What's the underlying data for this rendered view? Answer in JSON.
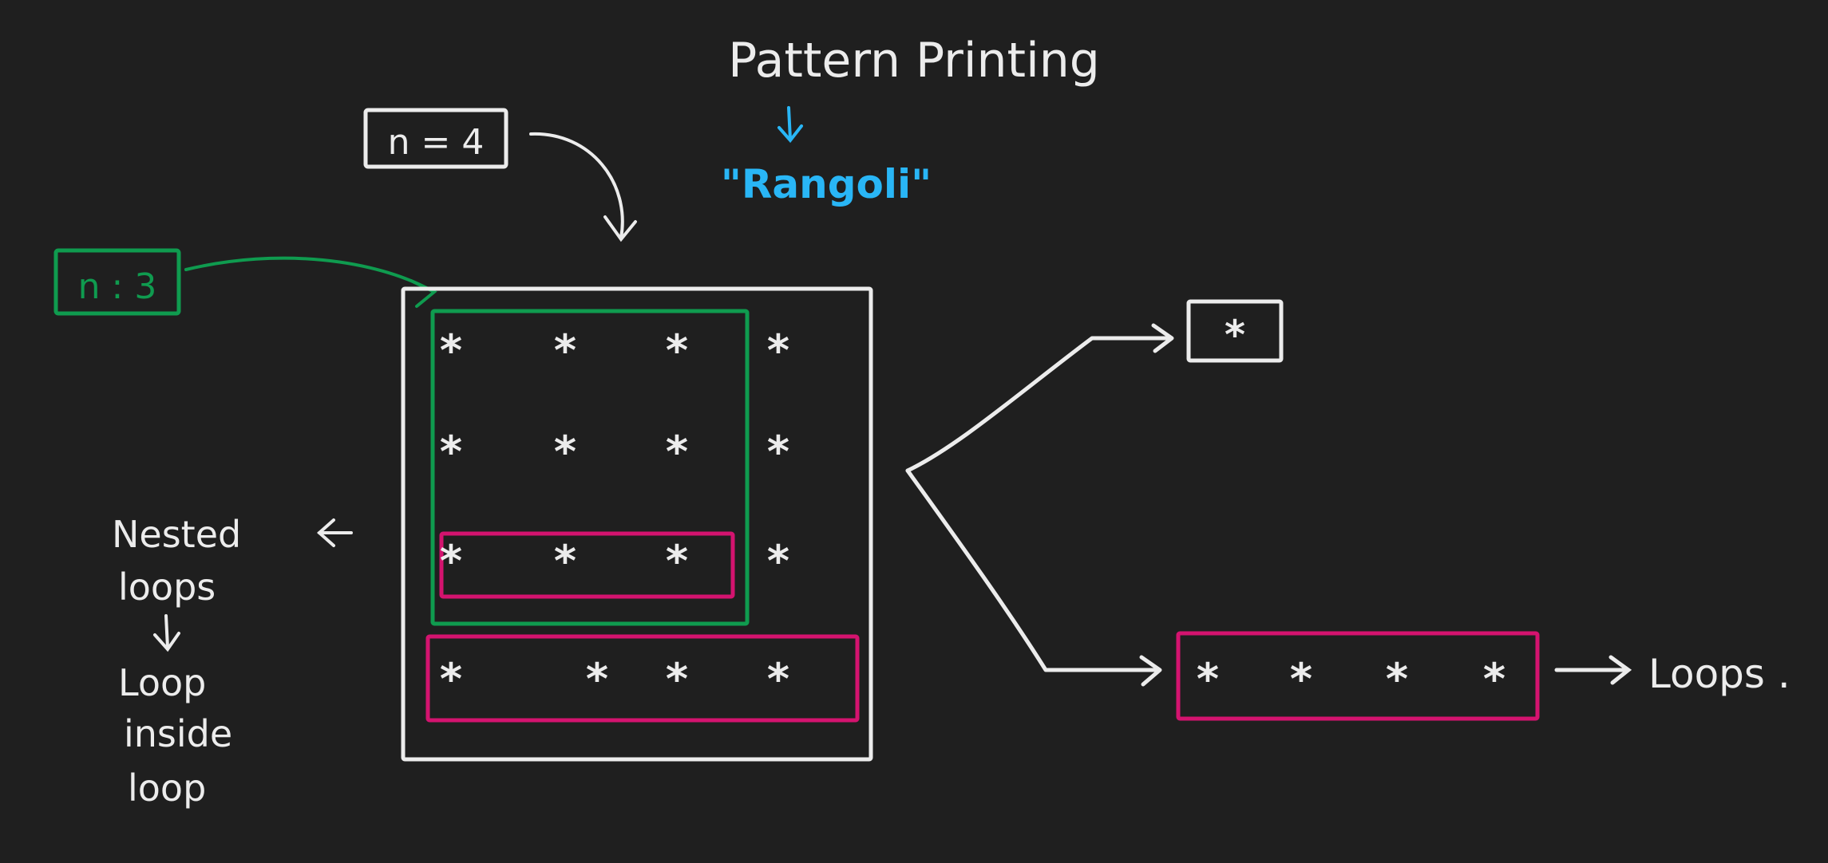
{
  "title": "Pattern Printing",
  "subtitle": "\"Rangoli\"",
  "labels": {
    "n4": "n = 4",
    "n3": "n : 3",
    "single_star": "*",
    "loops": "Loops .",
    "nested": [
      "Nested",
      "loops",
      "Loop",
      "inside",
      "loop"
    ]
  },
  "pattern": {
    "rows": [
      [
        "*",
        "*",
        "*",
        "*"
      ],
      [
        "*",
        "*",
        "*",
        "*"
      ],
      [
        "*",
        "*",
        "*",
        "*"
      ],
      [
        "*",
        "*",
        "*",
        "*"
      ]
    ]
  },
  "row_example": [
    "*",
    "*",
    "*",
    "*"
  ],
  "colors": {
    "background": "#1f1f1f",
    "ink": "#ececec",
    "green": "#0f9b4f",
    "pink": "#d4136f",
    "blue": "#29b6f6"
  }
}
